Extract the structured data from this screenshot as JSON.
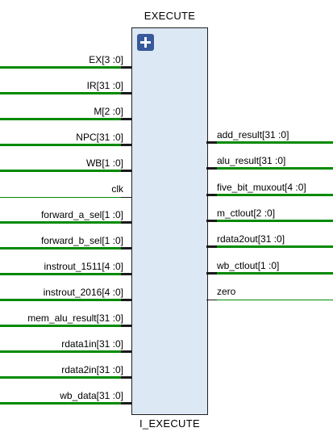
{
  "block": {
    "title": "EXECUTE",
    "instance": "I_EXECUTE"
  },
  "colors": {
    "wire": "#008a00",
    "block_fill": "#dde8f5",
    "button": "#38599a"
  },
  "inputs": [
    {
      "name": "EX[3 :0]",
      "bus": true
    },
    {
      "name": "IR[31 :0]",
      "bus": true
    },
    {
      "name": "M[2 :0]",
      "bus": true
    },
    {
      "name": "NPC[31 :0]",
      "bus": true
    },
    {
      "name": "WB[1 :0]",
      "bus": true
    },
    {
      "name": "clk",
      "bus": false
    },
    {
      "name": "forward_a_sel[1 :0]",
      "bus": true
    },
    {
      "name": "forward_b_sel[1 :0]",
      "bus": true
    },
    {
      "name": "instrout_1511[4 :0]",
      "bus": true
    },
    {
      "name": "instrout_2016[4 :0]",
      "bus": true
    },
    {
      "name": "mem_alu_result[31 :0]",
      "bus": true
    },
    {
      "name": "rdata1in[31 :0]",
      "bus": true
    },
    {
      "name": "rdata2in[31 :0]",
      "bus": true
    },
    {
      "name": "wb_data[31 :0]",
      "bus": true
    }
  ],
  "outputs": [
    {
      "name": "add_result[31 :0]",
      "bus": true
    },
    {
      "name": "alu_result[31 :0]",
      "bus": true
    },
    {
      "name": "five_bit_muxout[4 :0]",
      "bus": true
    },
    {
      "name": "m_ctlout[2 :0]",
      "bus": true
    },
    {
      "name": "rdata2out[31 :0]",
      "bus": true
    },
    {
      "name": "wb_ctlout[1 :0]",
      "bus": true
    },
    {
      "name": "zero",
      "bus": false
    }
  ]
}
